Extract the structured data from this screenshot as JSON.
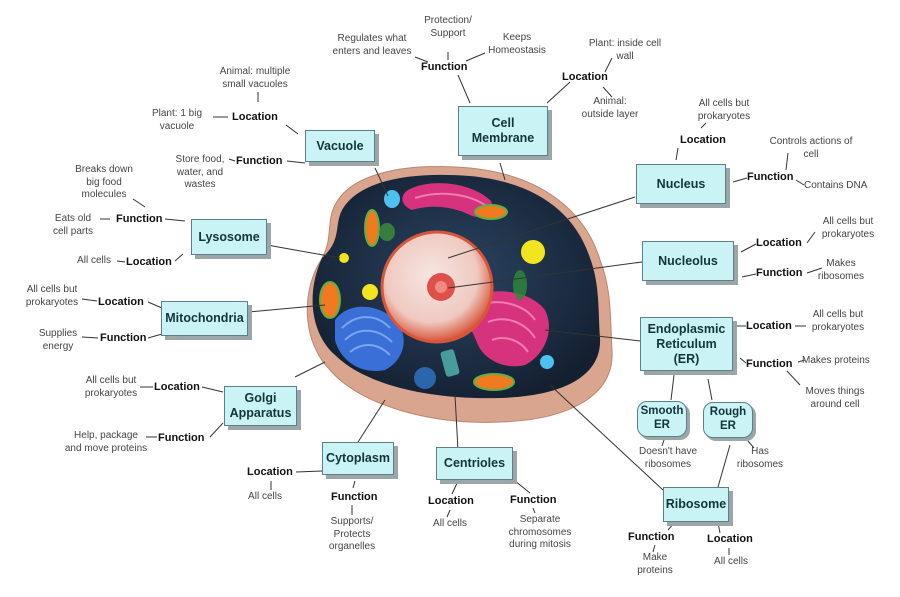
{
  "organelles": {
    "cell_membrane": {
      "name": "Cell\nMembrane",
      "function_label": "Function",
      "functions": [
        "Regulates what\nenters and leaves",
        "Protection/\nSupport",
        "Keeps\nHomeostasis"
      ],
      "location_label": "Location",
      "locations": [
        "Plant: inside cell\nwall",
        "Animal:\noutside layer"
      ]
    },
    "vacuole": {
      "name": "Vacuole",
      "location_label": "Location",
      "locations": [
        "Animal: multiple\nsmall vacuoles",
        "Plant: 1 big\nvacuole"
      ],
      "function_label": "Function",
      "functions": [
        "Store food,\nwater, and\nwastes"
      ]
    },
    "lysosome": {
      "name": "Lysosome",
      "function_label": "Function",
      "functions": [
        "Breaks down\nbig food\nmolecules",
        "Eats old\ncell parts"
      ],
      "location_label": "Location",
      "locations": [
        "All cells"
      ]
    },
    "mitochondria": {
      "name": "Mitochondria",
      "location_label": "Location",
      "locations": [
        "All cells but\nprokaryotes"
      ],
      "function_label": "Function",
      "functions": [
        "Supplies\nenergy"
      ]
    },
    "golgi": {
      "name": "Golgi\nApparatus",
      "location_label": "Location",
      "locations": [
        "All cells but\nprokaryotes"
      ],
      "function_label": "Function",
      "functions": [
        "Help, package\nand move proteins"
      ]
    },
    "cytoplasm": {
      "name": "Cytoplasm",
      "location_label": "Location",
      "locations": [
        "All cells"
      ],
      "function_label": "Function",
      "functions": [
        "Supports/\nProtects\norganelles"
      ]
    },
    "centrioles": {
      "name": "Centrioles",
      "location_label": "Location",
      "locations": [
        "All cells"
      ],
      "function_label": "Function",
      "functions": [
        "Separate\nchromosomes\nduring mitosis"
      ]
    },
    "nucleus": {
      "name": "Nucleus",
      "location_label": "Location",
      "locations": [
        "All cells but\nprokaryotes"
      ],
      "function_label": "Function",
      "functions": [
        "Controls actions of\ncell",
        "Contains DNA"
      ]
    },
    "nucleolus": {
      "name": "Nucleolus",
      "location_label": "Location",
      "locations": [
        "All cells but\nprokaryotes"
      ],
      "function_label": "Function",
      "functions": [
        "Makes\nribosomes"
      ]
    },
    "er": {
      "name": "Endoplasmic\nReticulum\n(ER)",
      "location_label": "Location",
      "locations": [
        "All cells but\nprokaryotes"
      ],
      "function_label": "Function",
      "functions": [
        "Makes proteins",
        "Moves things\naround cell"
      ],
      "smooth": {
        "name": "Smooth\nER",
        "note": "Doesn't have\nribosomes"
      },
      "rough": {
        "name": "Rough\nER",
        "note": "Has\nribosomes"
      }
    },
    "ribosome": {
      "name": "Ribosome",
      "function_label": "Function",
      "functions": [
        "Make\nproteins"
      ],
      "location_label": "Location",
      "locations": [
        "All cells"
      ]
    }
  },
  "colors": {
    "box_fill": "#c9f3f5",
    "box_border": "#5f7f86",
    "cytoplasm_dark": "#1e3148",
    "membrane": "#d9a58e",
    "nucleus": "#e06a4a",
    "golgi": "#3a6fd8",
    "er": "#d6327e",
    "mito": "#f07a20"
  }
}
